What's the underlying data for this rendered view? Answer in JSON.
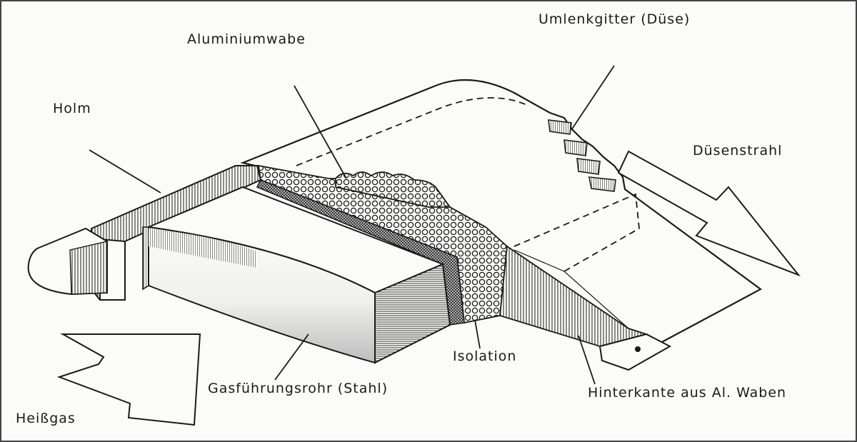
{
  "labels": {
    "umlenkgitter": "Umlenkgitter (Düse)",
    "aluminiumwabe": "Aluminiumwabe",
    "holm": "Holm",
    "duesenstrahl": "Düsenstrahl",
    "isolation": "Isolation",
    "gasfuehrungsrohr": "Gasführungsrohr (Stahl)",
    "hinterkante": "Hinterkante aus Al. Waben",
    "heissgas": "Heißgas"
  },
  "colors": {
    "ink": "#1a1a1a",
    "paper": "#fbfbf9",
    "border": "#444444"
  }
}
